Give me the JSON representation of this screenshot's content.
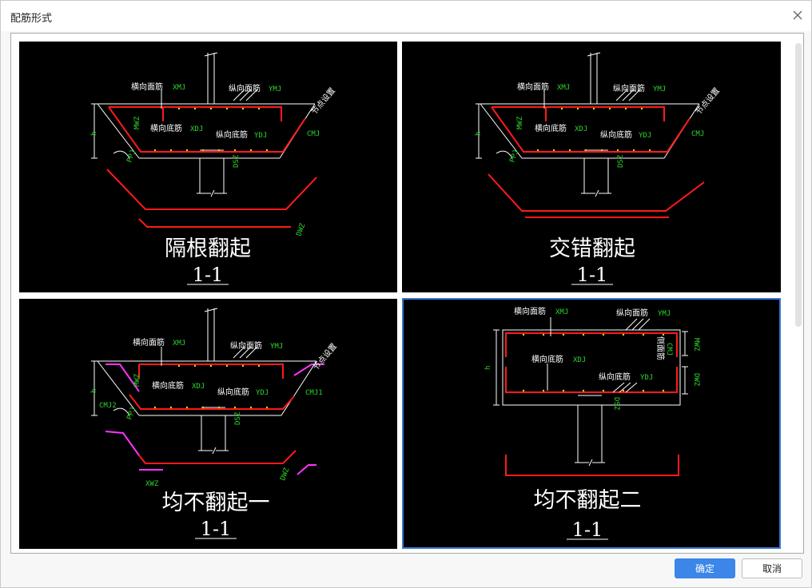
{
  "window": {
    "title": "配筋形式"
  },
  "options": [
    {
      "title": "隔根翻起",
      "section": "1-1",
      "labels": {
        "top_trans": "横向面筋",
        "top_trans_code": "XMJ",
        "top_long": "纵向面筋",
        "top_long_code": "YMJ",
        "bot_trans": "横向底筋",
        "bot_trans_code": "XDJ",
        "bot_long": "纵向底筋",
        "bot_long_code": "YDJ",
        "node": "节点设置",
        "side": "CMJ",
        "h": "h",
        "mwz": "MWZ",
        "ppj": "PPJ",
        "dsz": "DSZ",
        "dwz": "DWZ"
      }
    },
    {
      "title": "交错翻起",
      "section": "1-1",
      "labels": {
        "top_trans": "横向面筋",
        "top_trans_code": "XMJ",
        "top_long": "纵向面筋",
        "top_long_code": "YMJ",
        "bot_trans": "横向底筋",
        "bot_trans_code": "XDJ",
        "bot_long": "纵向底筋",
        "bot_long_code": "YDJ",
        "node": "节点设置",
        "side": "CMJ",
        "h": "h",
        "mwz": "MWZ",
        "ppj": "PPJ",
        "dsz": "DSZ"
      }
    },
    {
      "title": "均不翻起一",
      "section": "1-1",
      "labels": {
        "top_trans": "横向面筋",
        "top_trans_code": "XMJ",
        "top_long": "纵向面筋",
        "top_long_code": "YMJ",
        "bot_trans": "横向底筋",
        "bot_trans_code": "XDJ",
        "bot_long": "纵向底筋",
        "bot_long_code": "YDJ",
        "node": "节点设置",
        "side": "CMJ1",
        "side2": "CMJ2",
        "h": "h",
        "mwz": "MWZ",
        "ppj": "PPJ",
        "dsz": "DSZ",
        "dwz": "DWZ",
        "xwz": "XWZ"
      }
    },
    {
      "title": "均不翻起二",
      "section": "1-1",
      "labels": {
        "top_trans": "横向面筋",
        "top_trans_code": "XMJ",
        "top_long": "纵向面筋",
        "top_long_code": "YMJ",
        "bot_trans": "横向底筋",
        "bot_trans_code": "XDJ",
        "bot_long": "纵向底筋",
        "bot_long_code": "YDJ",
        "side": "侧面筋",
        "side_code": "CMJ",
        "h": "h",
        "mwz": "MWZ",
        "dwz": "DWZ",
        "dsz": "DSZ"
      }
    }
  ],
  "selected_index": 3,
  "buttons": {
    "ok": "确定",
    "cancel": "取消"
  },
  "colors": {
    "accent": "#3b86e8",
    "selection": "#3b78d8",
    "rebar": "#ff1a1a",
    "magenta": "#ff33ff",
    "code": "#2bd62b"
  }
}
